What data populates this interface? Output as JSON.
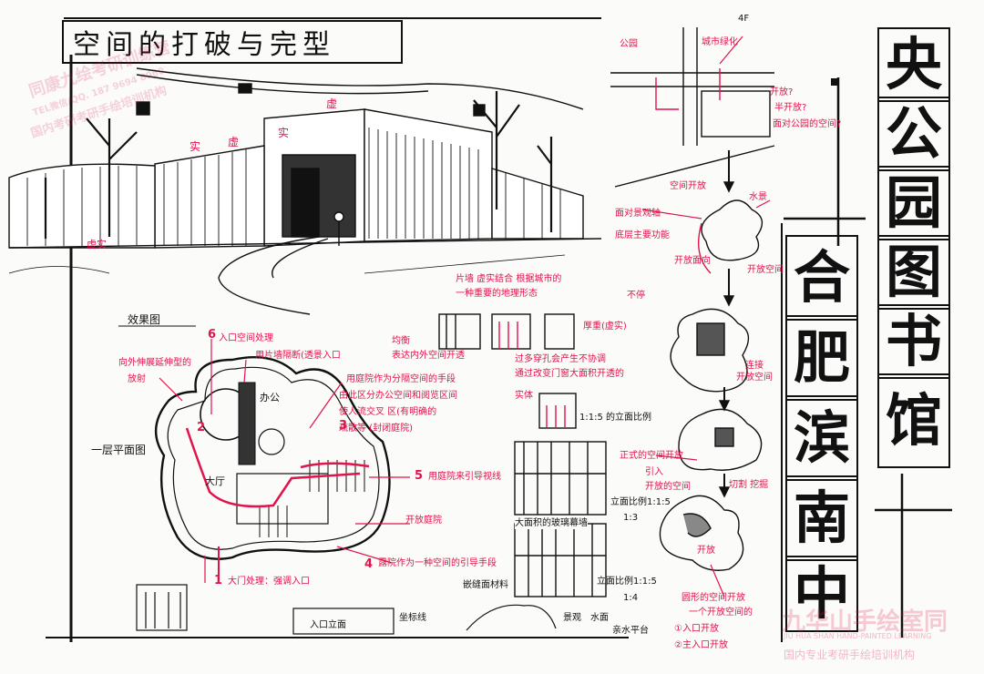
{
  "title": "空间的打破与完型",
  "side_title": {
    "col_right": [
      "央",
      "公",
      "园",
      "图",
      "书",
      "馆"
    ],
    "col_left": [
      "合",
      "肥",
      "滨",
      "南",
      "中"
    ]
  },
  "labels": {
    "perspective": "效果图",
    "plan": "一层平面图",
    "office": "办公",
    "hall": "大厅",
    "floor_4f": "4F",
    "block": "城市绿化",
    "park": "公园"
  },
  "perspective_marks": {
    "m1": "实",
    "m2": "虚",
    "m3": "实",
    "m4": "虚",
    "m5": "虚实"
  },
  "plan_notes": {
    "n6": "入口空间处理",
    "n_left": [
      "向外伸展延伸型的",
      "放射"
    ],
    "n_top": "用片墙隔断(透景入口",
    "n_center": [
      "用庭院作为分隔空间的手段",
      "由此区分办公空间和阅览区间",
      "使人流交叉 区(有明确的",
      "疏散等  (封闭庭院)"
    ],
    "n5": "用庭院来引导视线",
    "n_open": "开放庭院",
    "n4": "露院作为一种空间的引导手段",
    "n1": "大门处理：强调入口"
  },
  "numbers": [
    "6",
    "2",
    "3",
    "5",
    "4",
    "1"
  ],
  "elevation_notes": {
    "e1": [
      "片墙 虚实结合 根据城市的",
      "一种重要的地理形态"
    ],
    "e2": "均衡",
    "e3": "表达内外空间开透",
    "e4": "厚重(虚实)",
    "e5": [
      "过多穿孔会产生不协调",
      "通过改变门窗大面积开透的"
    ],
    "e6": "实体",
    "e7": "1:1:5 的立面比例",
    "e8": "大面积的玻璃幕墙",
    "r1": "立面比例1:1:5",
    "r2": "1:3",
    "r3": "立面比例1:1:5",
    "r4": "1:4",
    "s1": "嵌缝面材料",
    "s2": "入口立面",
    "s3": "坐标线",
    "s4": "景观",
    "s5": "水面",
    "s6": "亲水平台"
  },
  "right_notes": {
    "q1": "开放?",
    "q2": "半开放?",
    "q3": "面对公园的空间?",
    "a1": "空间开放",
    "a2": "面对景观轴",
    "a3": "底层主要功能",
    "a4": "水景",
    "a5": "开放面向",
    "a6": "开放空间",
    "a7": "不停",
    "a8": "连接",
    "a9": "正式的空间开放",
    "a10": "引入",
    "a11": "开放的空间",
    "a12": "切割 挖掘",
    "a13": "开放空间",
    "a14": "开放",
    "a15": "圆形的空间开放",
    "a16": "一个开放空间的",
    "a17": "①入口开放",
    "a18": "②主入口开放"
  },
  "watermark": {
    "top": "同康九绘考研训练营",
    "line2": "TEL微信/QQ. 187 9694 8060",
    "line3": "国内考研考研手绘培训机构",
    "bottom_cn": "九华山手绘室同",
    "bottom_en": "JIU HUA SHAN HAND-PAINTED LEARNING",
    "bottom_cn2": "国内专业考研手绘培训机构"
  }
}
